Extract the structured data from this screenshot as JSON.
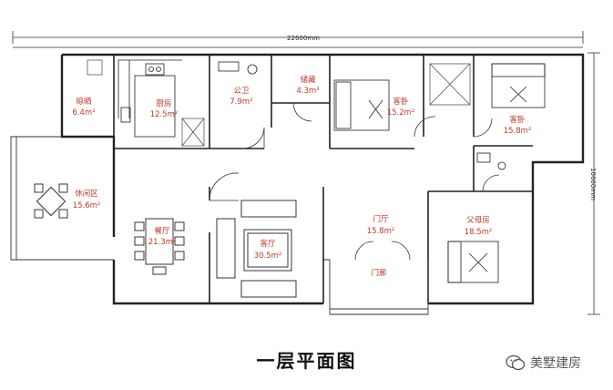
{
  "dimensions": {
    "width": "22600mm",
    "depth": "10600mm"
  },
  "rooms": {
    "drying": {
      "name": "晾晒",
      "area": "6.4m²"
    },
    "kitchen": {
      "name": "厨房",
      "area": "12.5m²"
    },
    "bathroom": {
      "name": "公卫",
      "area": "7.9m²"
    },
    "storage": {
      "name": "储藏",
      "area": "4.3m²"
    },
    "guest_room_1": {
      "name": "客卧",
      "area": "15.2m²"
    },
    "guest_room_2": {
      "name": "客卧",
      "area": "15.8m²"
    },
    "leisure": {
      "name": "休闲区",
      "area": "15.6m²"
    },
    "dining": {
      "name": "餐厅",
      "area": "21.3m²"
    },
    "living": {
      "name": "客厅",
      "area": "30.5m²"
    },
    "foyer": {
      "name": "门厅",
      "area": "15.8m²"
    },
    "porch": {
      "name": "门廊"
    },
    "parents_room": {
      "name": "父母房",
      "area": "18.5m²"
    }
  },
  "caption": "一层平面图",
  "watermark": {
    "text": "美墅建房",
    "icon": "wechat-icon"
  },
  "colors": {
    "wall": "#222222",
    "label": "#c0392b",
    "line": "#333333"
  }
}
